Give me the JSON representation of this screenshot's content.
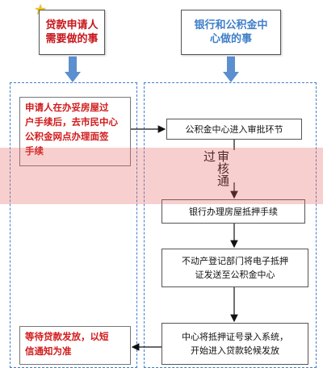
{
  "header_left": {
    "text": "贷款申请人\n需要做的事"
  },
  "header_right": {
    "text": "银行和公积金中\n心做的事"
  },
  "left_steps": [
    {
      "text": "申请人在办妥房屋过\n户手续后，去市民中心\n公积金网点办理面签\n手续"
    },
    {
      "text": "等待贷款发放，以短\n信通知为准"
    }
  ],
  "right_steps": [
    {
      "text": "公积金中心进入审批环节"
    },
    {
      "text": "银行办理房屋抵押手续"
    },
    {
      "text": "不动产登记部门将电子抵押\n证发送至公积金中心"
    },
    {
      "text": "中心将抵押证号录入系统，\n开始进入贷款轮候发放"
    }
  ],
  "partial_vertical_text": "审核通过",
  "colors": {
    "red_text": "#d11b1b",
    "header_blue": "#3f7fc9",
    "arrow_blue": "#5b8fd0",
    "dashed_border": "#3f7fc9",
    "star": "#f2c40f",
    "overlay": "#e86060"
  }
}
